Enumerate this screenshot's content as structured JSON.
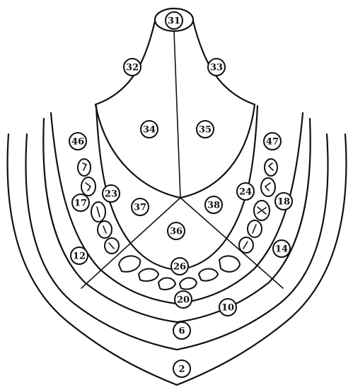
{
  "regions": [
    {
      "id": "r2",
      "label": "2"
    },
    {
      "id": "r6",
      "label": "6"
    },
    {
      "id": "r10",
      "label": "10"
    },
    {
      "id": "r12",
      "label": "12"
    },
    {
      "id": "r14",
      "label": "14"
    },
    {
      "id": "r17",
      "label": "17"
    },
    {
      "id": "r18",
      "label": "18"
    },
    {
      "id": "r20",
      "label": "20"
    },
    {
      "id": "r23",
      "label": "23"
    },
    {
      "id": "r24",
      "label": "24"
    },
    {
      "id": "r26",
      "label": "26"
    },
    {
      "id": "r31",
      "label": "31"
    },
    {
      "id": "r32",
      "label": "32"
    },
    {
      "id": "r33",
      "label": "33"
    },
    {
      "id": "r34",
      "label": "34"
    },
    {
      "id": "r35",
      "label": "35"
    },
    {
      "id": "r36",
      "label": "36"
    },
    {
      "id": "r37",
      "label": "37"
    },
    {
      "id": "r38",
      "label": "38"
    },
    {
      "id": "r46",
      "label": "46"
    },
    {
      "id": "r47",
      "label": "47"
    }
  ]
}
